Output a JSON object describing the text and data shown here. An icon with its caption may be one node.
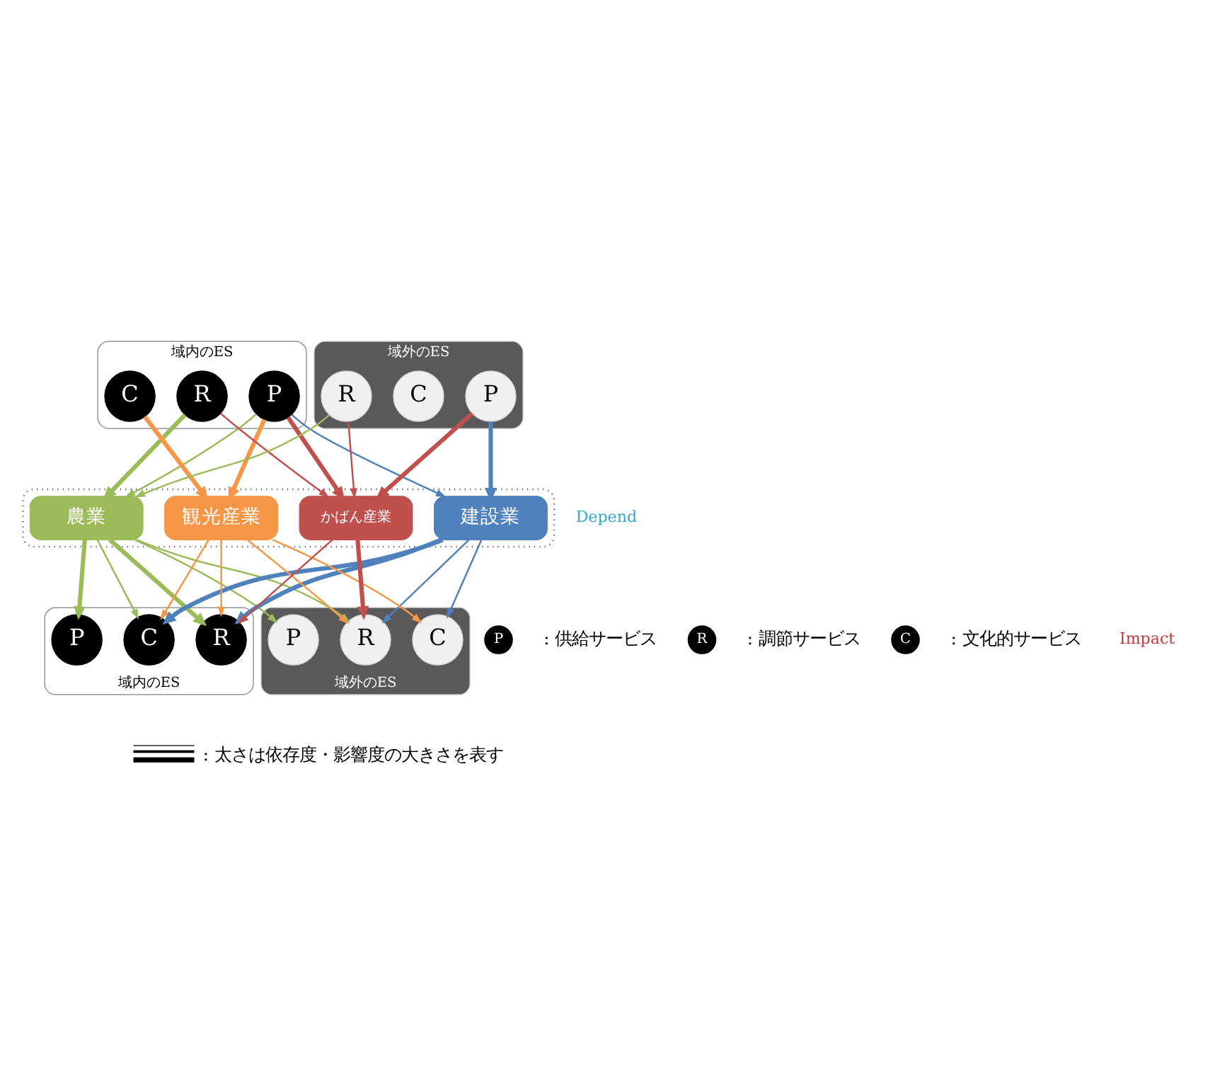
{
  "diagram": {
    "nodes": [
      {
        "text": [
          "域内のES"
        ]
      },
      {
        "text": [
          "P"
        ],
        "in": 0
      },
      {
        "text": [
          "R"
        ],
        "in": 0
      },
      {
        "text": [
          "C"
        ],
        "in": 0
      },
      {
        "text": [
          "域外のES"
        ]
      },
      {
        "text": [
          "P"
        ],
        "in": 4
      },
      {
        "text": [
          "R"
        ],
        "in": 4
      },
      {
        "text": [
          "C"
        ],
        "in": 4
      },
      {
        "text": [],
        "shape": "box"
      },
      {
        "text": [
          "農業"
        ],
        "in": 8
      },
      {
        "text": [
          "建設業"
        ],
        "in": 8
      },
      {
        "text": [
          "観光産業"
        ],
        "in": 8
      },
      {
        "text": [
          "かばん産業"
        ],
        "in": 8
      },
      {
        "text": [
          "域内のES"
        ]
      },
      {
        "text": [
          "P"
        ],
        "in": 13
      },
      {
        "text": [
          "R"
        ],
        "in": 13
      },
      {
        "text": [
          "C"
        ],
        "in": 13
      },
      {
        "text": [
          "域外のES"
        ]
      },
      {
        "text": [
          "P"
        ],
        "in": 17
      },
      {
        "text": [
          "R"
        ],
        "in": 17
      },
      {
        "text": [
          "C"
        ],
        "in": 17
      }
    ],
    "edges": [
      {
        "from": 1,
        "to": 9,
        "arrow": "to",
        "color": "#9bbb59"
      },
      {
        "from": 1,
        "to": 10,
        "arrow": "to",
        "color": "#4f81bd"
      },
      {
        "from": 1,
        "to": 11,
        "arrow": "to",
        "style": "thick",
        "color": "#f79646"
      },
      {
        "from": 1,
        "to": 12,
        "arrow": "to",
        "style": "thick",
        "color": "#c0504d"
      },
      {
        "from": 2,
        "to": 9,
        "arrow": "to",
        "style": "thick",
        "color": "#9bbb59"
      },
      {
        "from": 2,
        "to": 12,
        "arrow": "to",
        "color": "#c0504d"
      },
      {
        "from": 3,
        "to": 11,
        "arrow": "to",
        "style": "thick",
        "color": "#f79646"
      },
      {
        "from": 5,
        "to": 10,
        "arrow": "to",
        "style": "thick",
        "color": "#4f81bd"
      },
      {
        "from": 5,
        "to": 12,
        "arrow": "to",
        "style": "thick",
        "color": "#c0504d"
      },
      {
        "from": 6,
        "to": 9,
        "arrow": "to",
        "color": "#9bbb59"
      },
      {
        "from": 6,
        "to": 12,
        "arrow": "to",
        "color": "#c0504d"
      },
      {
        "from": 9,
        "to": 14,
        "arrow": "to",
        "style": "thick",
        "color": "#9bbb59"
      },
      {
        "from": 9,
        "to": 15,
        "arrow": "to",
        "style": "thick",
        "color": "#9bbb59"
      },
      {
        "from": 9,
        "to": 16,
        "arrow": "to",
        "color": "#9bbb59"
      },
      {
        "from": 9,
        "to": 18,
        "arrow": "to",
        "color": "#9bbb59"
      },
      {
        "from": 9,
        "to": 19,
        "arrow": "to",
        "color": "#9bbb59"
      },
      {
        "from": 10,
        "to": 15,
        "arrow": "to",
        "style": "thick",
        "color": "#4f81bd"
      },
      {
        "from": 10,
        "to": 16,
        "arrow": "to",
        "style": "thick",
        "color": "#4f81bd"
      },
      {
        "from": 10,
        "to": 19,
        "arrow": "to",
        "color": "#4f81bd"
      },
      {
        "from": 10,
        "to": 20,
        "arrow": "to",
        "color": "#4f81bd"
      },
      {
        "from": 11,
        "to": 15,
        "arrow": "to",
        "color": "#f79646"
      },
      {
        "from": 11,
        "to": 16,
        "arrow": "to",
        "color": "#f79646"
      },
      {
        "from": 11,
        "to": 19,
        "arrow": "to",
        "color": "#f79646"
      },
      {
        "from": 11,
        "to": 20,
        "arrow": "to",
        "color": "#f79646"
      },
      {
        "from": 12,
        "to": 15,
        "arrow": "to",
        "color": "#c0504d"
      },
      {
        "from": 12,
        "to": 19,
        "arrow": "to",
        "style": "thick",
        "color": "#c0504d"
      }
    ],
    "labels": [
      "Depend",
      "Impact",
      "P",
      "R",
      "C"
    ],
    "legend": [
      {
        "text": ": 太さは依存度・影響度の大きさを表す"
      },
      {
        "text": ": 供給サービス"
      },
      {
        "text": ": 調節サービス"
      },
      {
        "text": ": 文化的サービス"
      }
    ]
  }
}
